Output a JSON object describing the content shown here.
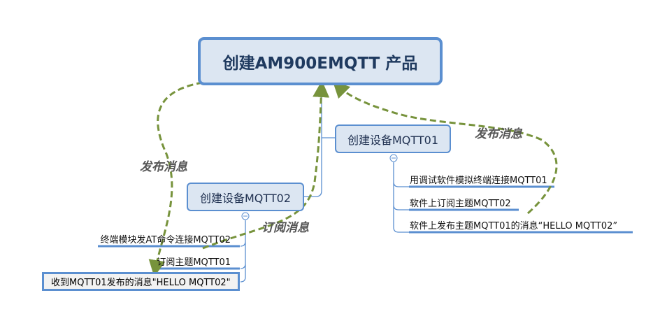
{
  "root": {
    "label": "创建AM900EMQTT 产品"
  },
  "device01": {
    "label": "创建设备MQTT01",
    "items": [
      "用调试软件模拟终端连接MQTT01",
      "软件上订阅主题MQTT02",
      "软件上发布主题MQTT01的消息“HELLO MQTT02”"
    ]
  },
  "device02": {
    "label": "创建设备MQTT02",
    "items": [
      "终端模块发AT命令连接MQTT02",
      "订阅主题MQTT01",
      "收到MQTT01发布的消息\"HELLO MQTT02\""
    ]
  },
  "relations": [
    "发布消息",
    "订阅消息",
    "发布消息"
  ],
  "colors": {
    "node_border": "#5b8fd0",
    "node_fill": "#dce6f2",
    "relation": "#77933c"
  }
}
